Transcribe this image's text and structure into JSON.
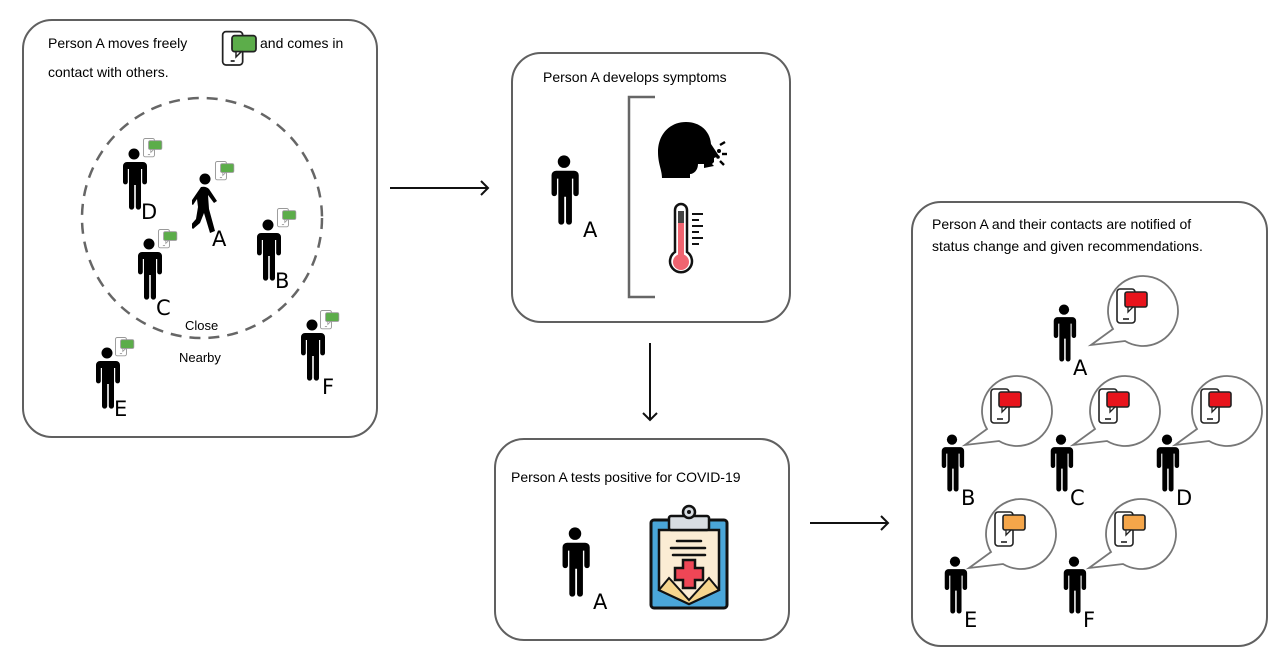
{
  "panel_contact": {
    "text_before_icon": "Person A moves freely",
    "text_after_icon": "and comes in",
    "text_line2": "contact with others.",
    "zone_close_label": "Close",
    "zone_nearby_label": "Nearby",
    "people": [
      "A",
      "B",
      "C",
      "D",
      "E",
      "F"
    ],
    "message_color": "#5cad4a"
  },
  "panel_symptoms": {
    "title": "Person A develops symptoms",
    "person_label": "A",
    "symptoms": [
      "cough",
      "fever"
    ]
  },
  "panel_test": {
    "title": "Person A tests positive for COVID-19",
    "person_label": "A"
  },
  "panel_notify": {
    "title_line1": "Person A and their contacts are notified of",
    "title_line2": "status change and given recommendations.",
    "people": [
      {
        "label": "A",
        "alert": "red"
      },
      {
        "label": "B",
        "alert": "red"
      },
      {
        "label": "C",
        "alert": "red"
      },
      {
        "label": "D",
        "alert": "red"
      },
      {
        "label": "E",
        "alert": "orange"
      },
      {
        "label": "F",
        "alert": "orange"
      }
    ],
    "colors": {
      "red": "#e8141c",
      "orange": "#f5a64a"
    }
  }
}
